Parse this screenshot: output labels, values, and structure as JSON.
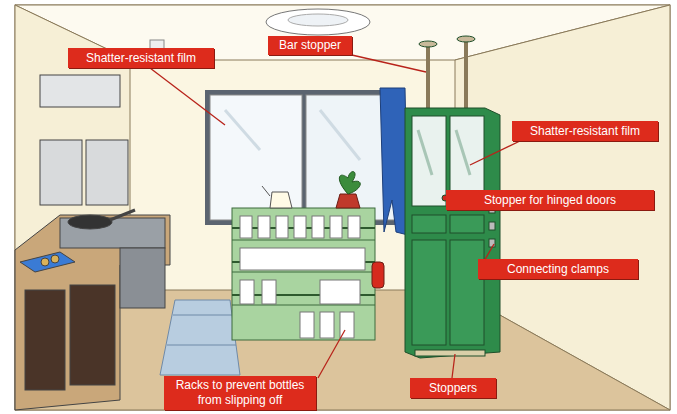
{
  "diagram": {
    "nodes": [
      {
        "text": [
          "Shatter-resistant film"
        ]
      },
      {
        "text": [
          "Bar stopper"
        ]
      },
      {
        "text": [
          "Shatter-resistant film"
        ]
      },
      {
        "text": [
          "Stopper for hinged doors"
        ]
      },
      {
        "text": [
          "Connecting clamps"
        ]
      },
      {
        "text": [
          "Racks to prevent bottles from slipping off"
        ]
      },
      {
        "text": [
          "Stoppers"
        ]
      }
    ]
  }
}
